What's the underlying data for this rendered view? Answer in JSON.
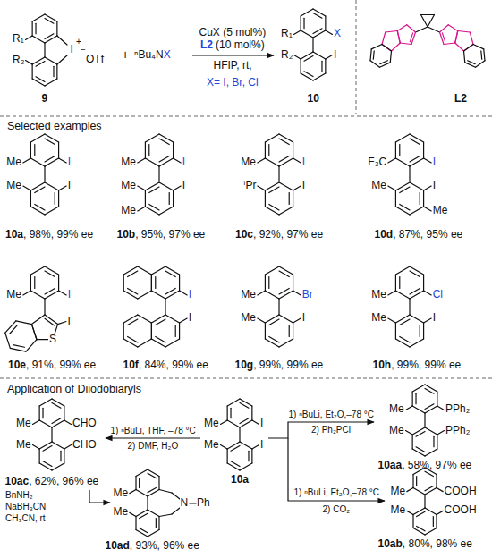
{
  "diagram": {
    "labels": [
      "R₁",
      "R₂",
      "I",
      "+",
      "−",
      "OTf",
      "9",
      "+",
      "ⁿBu₄N",
      "X",
      "CuX (5 mol%)",
      "L2",
      "(10 mol%)",
      "HFIP, rt,",
      "X= I, Br, Cl",
      "R₁",
      "X",
      "R₂",
      "I",
      "10",
      "L2",
      "Selected examples",
      "Me",
      "I",
      "Me",
      "I",
      "10a",
      ", 98%, 99% ee",
      "Me",
      "I",
      "Me",
      "Me",
      "I",
      "10b",
      ", 95%, 97% ee",
      "Me",
      "I",
      "ⁱPr",
      "I",
      "10c",
      ", 92%, 97% ee",
      "F₃C",
      "I",
      "Me",
      "I",
      "Me",
      "10d",
      ", 87%, 95% ee",
      "Me",
      "I",
      "I",
      "S",
      "10e",
      ", 91%, 99% ee",
      "I",
      "I",
      "10f",
      ", 84%, 99% ee",
      "Me",
      "Br",
      "Me",
      "I",
      "10g",
      ", 99%, 99% ee",
      "Me",
      "Cl",
      "Me",
      "I",
      "10h",
      ", 99%, 99% ee",
      "Application of Diiodobiaryls",
      "Me",
      "CHO",
      "Me",
      "CHO",
      "10ac",
      ", 62%, 96% ee",
      "1) ⁿBuLi, THF, –78 °C",
      "2) DMF, H₂O",
      "Me",
      "I",
      "Me",
      "I",
      "10a",
      "1) ⁿBuLi, Et₂O,–78 °C",
      "2) Ph₂PCl",
      "Me",
      "PPh₂",
      "Me",
      "PPh₂",
      "10aa",
      ", 58%, 97% ee",
      "1) ⁿBuLi, Et₂O,–78 °C",
      "2) CO₂",
      "Me",
      "COOH",
      "Me",
      "COOH",
      "10ab",
      ", 80%, 98% ee",
      "BnNH₂",
      "NaBH₃CN",
      "CH₃CN, rt",
      "Me",
      "Me",
      "N",
      "Ph",
      "10ad",
      ", 93%, 96% ee"
    ]
  }
}
